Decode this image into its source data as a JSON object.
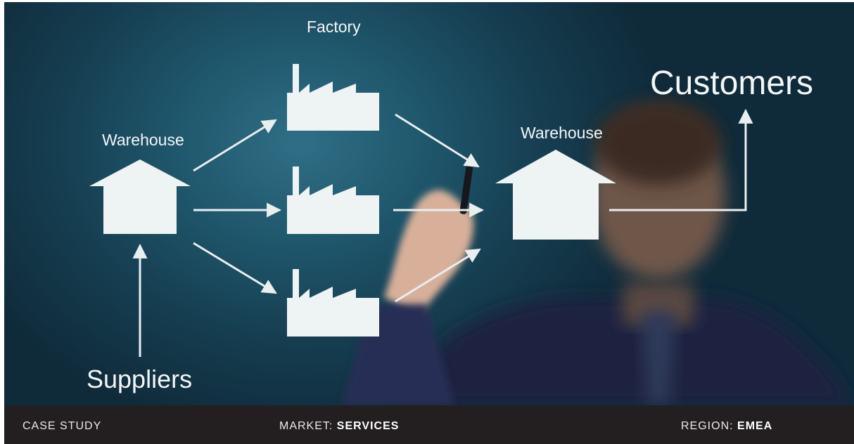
{
  "diagram": {
    "factory_label": "Factory",
    "warehouse_left_label": "Warehouse",
    "warehouse_right_label": "Warehouse",
    "customers_label": "Customers",
    "suppliers_label": "Suppliers"
  },
  "footer": {
    "case_label": "CASE STUDY",
    "market_label": "MARKET:",
    "market_value": "SERVICES",
    "region_label": "REGION:",
    "region_value": "EMEA"
  },
  "colors": {
    "background": "#1f566b",
    "glyph": "#eef3f3",
    "footer": "#231f20"
  }
}
